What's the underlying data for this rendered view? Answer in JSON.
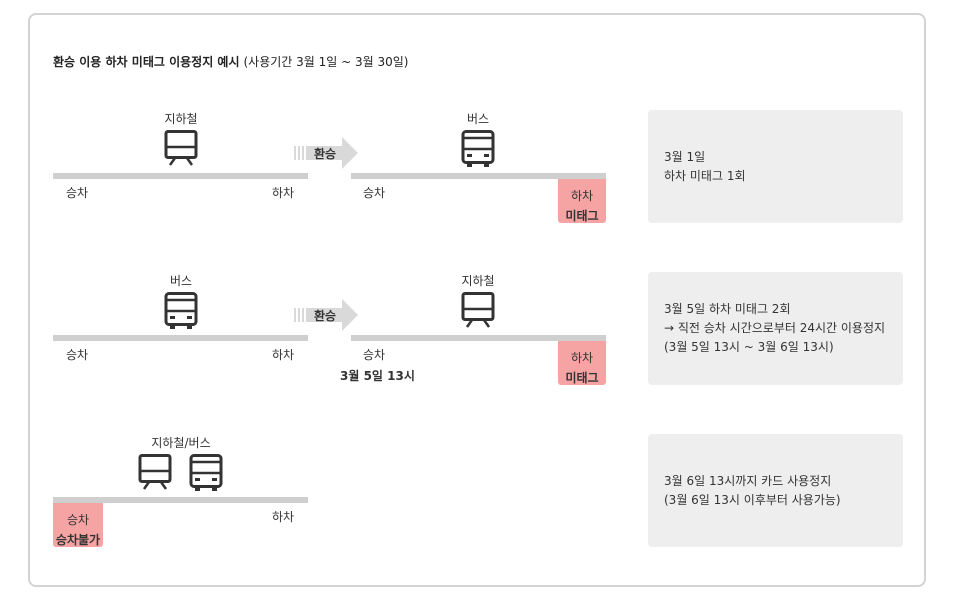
{
  "title": {
    "main": "환승 이용 하차 미태그 이용정지 예시",
    "range": "(사용기간 3월 1일 ~ 3월 30일)"
  },
  "rows": [
    {
      "leg1": {
        "mode": "지하철",
        "icon": "subway-icon",
        "board": "승차",
        "alight": "하차"
      },
      "transfer": "환승",
      "leg2": {
        "mode": "버스",
        "icon": "bus-icon",
        "board": "승차",
        "alight": "하차",
        "tag": "미태그"
      },
      "info": [
        "3월 1일",
        "하차 미태그 1회"
      ]
    },
    {
      "leg1": {
        "mode": "버스",
        "icon": "bus-icon",
        "board": "승차",
        "alight": "하차"
      },
      "transfer": "환승",
      "leg2": {
        "mode": "지하철",
        "icon": "subway-icon",
        "board": "승차",
        "board_time": "3월 5일 13시",
        "alight": "하차",
        "tag": "미태그"
      },
      "info": [
        "3월 5일 하차 미태그 2회",
        "→ 직전 승차 시간으로부터 24시간 이용정지",
        "(3월 5일 13시 ~ 3월 6일 13시)"
      ]
    },
    {
      "leg1": {
        "mode": "지하철/버스",
        "icons": [
          "subway-icon",
          "bus-icon"
        ],
        "board": "승차",
        "board_tag": "승차불가",
        "alight": "하차"
      },
      "info": [
        "3월 6일 13시까지 카드 사용정지",
        "(3월 6일 13시 이후부터 사용가능)"
      ]
    }
  ],
  "colors": {
    "highlight": "#f5a3a3",
    "line": "#cfcfcf",
    "box": "#eeeeee",
    "arrow": "#d9d9d9",
    "icon": "#333333"
  }
}
